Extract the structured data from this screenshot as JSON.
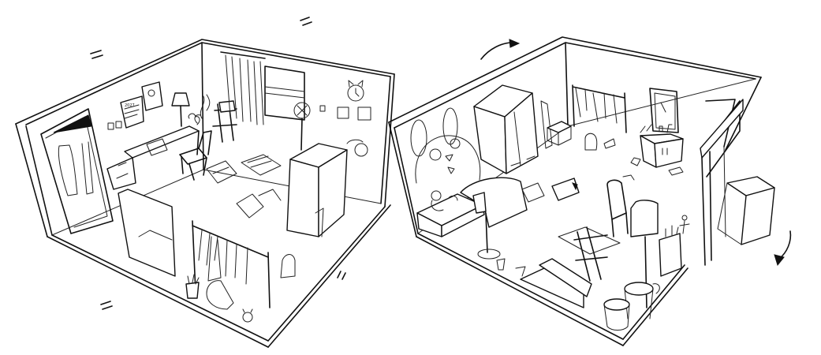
{
  "image": {
    "kind": "sketch",
    "description": "Two isometric line-art sketches of the same bedroom viewed from opposite angles, with rotation arrows between views",
    "background": "#ffffff",
    "ink": "#111111"
  },
  "left_view": {
    "label": "room-view-front",
    "poster_text": "2027",
    "objects": [
      "open-door-with-robe",
      "posters",
      "wall-outlets",
      "desk-with-laptop",
      "desk-lamp",
      "plants",
      "chair",
      "easel",
      "window-with-curtains",
      "fan",
      "wall-clock-cat-ears",
      "picture-frames",
      "papers-on-floor",
      "wardrobe",
      "teddy-on-shelf",
      "clothes-rack",
      "pencil-cup",
      "bed",
      "stuffed-toy"
    ]
  },
  "right_view": {
    "label": "room-view-rotated",
    "objects": [
      "bunny-wall-art",
      "bed-with-teddy",
      "wardrobe",
      "boxes",
      "clothes-rack",
      "vanity-mirror",
      "dresser",
      "chair",
      "floor-lamp",
      "standing-lamp",
      "easel",
      "canvases",
      "laundry-baskets",
      "shelf-with-figurine",
      "open-door",
      "step-box"
    ]
  },
  "arrows": [
    {
      "name": "rotate-arrow-top",
      "direction": "clockwise"
    },
    {
      "name": "rotate-arrow-right",
      "direction": "down"
    }
  ],
  "tick_marks": [
    "tick-top-left",
    "tick-top-center",
    "tick-bottom-left",
    "tick-bottom-center"
  ]
}
